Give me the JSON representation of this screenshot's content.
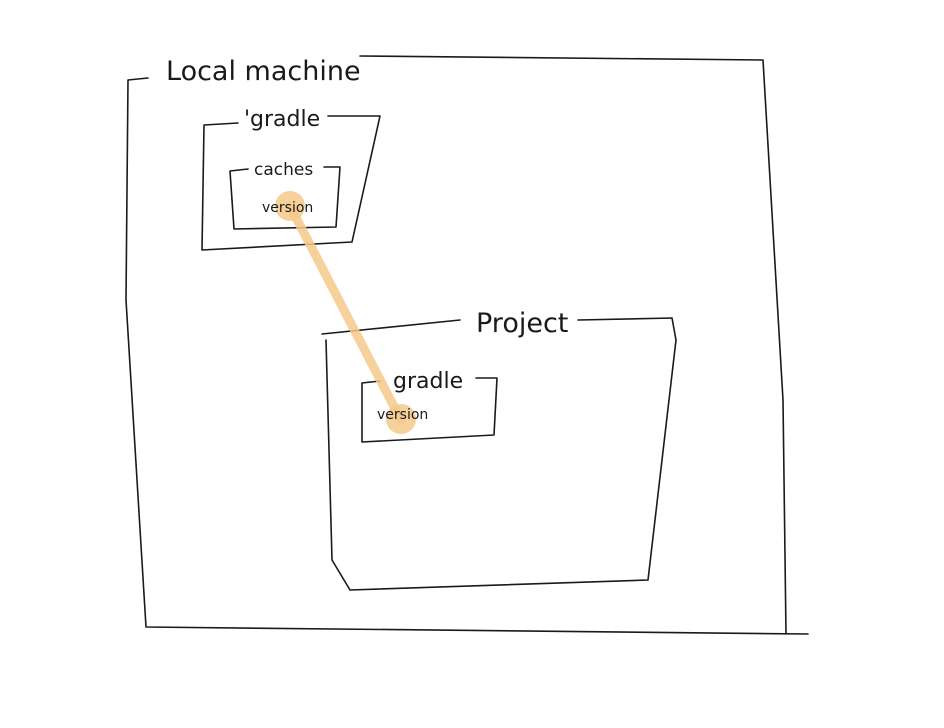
{
  "diagram": {
    "nodes": {
      "local_machine": {
        "label": "Local machine"
      },
      "home_gradle": {
        "label": "'gradle"
      },
      "caches": {
        "label": "caches"
      },
      "cache_version": {
        "label": "version"
      },
      "project": {
        "label": "Project"
      },
      "project_gradle": {
        "label": "gradle"
      },
      "project_version": {
        "label": "version"
      }
    },
    "connector": {
      "from": "cache_version",
      "to": "project_version",
      "color": "#f5c98a"
    }
  }
}
